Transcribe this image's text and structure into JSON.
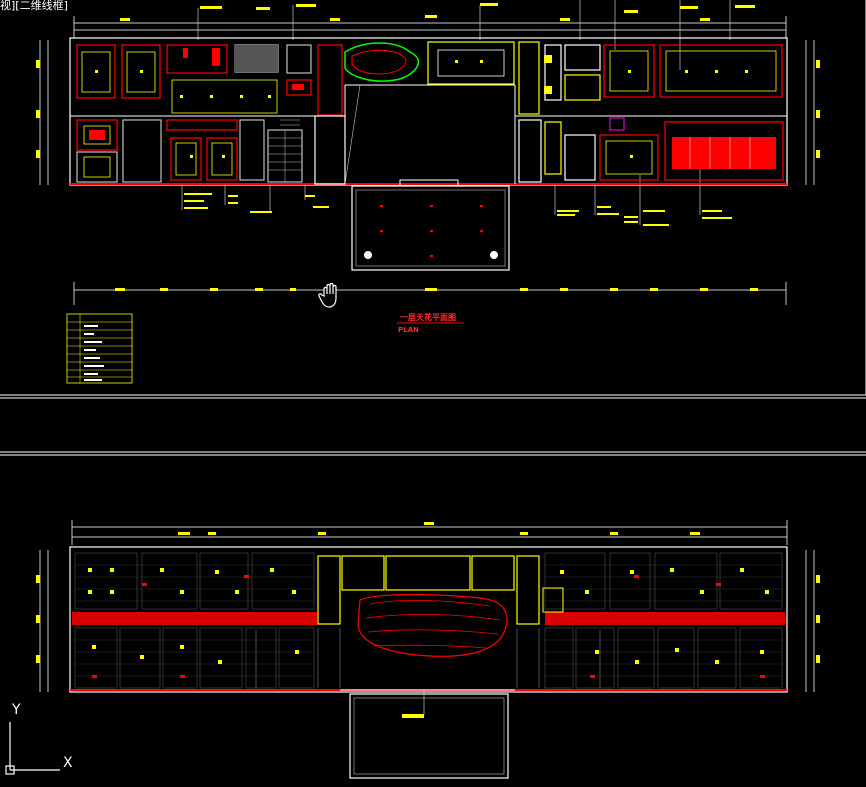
{
  "viewport": {
    "label": "视][二维线框]",
    "background": "#000000"
  },
  "sheet_upper": {
    "title": "一层天花平面图",
    "subtitle": "PLAN"
  },
  "ucs": {
    "x_label": "X",
    "y_label": "Y"
  },
  "cursor": {
    "icon": "hand-pan-icon"
  },
  "colors": {
    "frame": "#ffffff",
    "yellow": "#ffff00",
    "red": "#ff0000",
    "green": "#00ff00",
    "grey": "#bfbfbf"
  }
}
